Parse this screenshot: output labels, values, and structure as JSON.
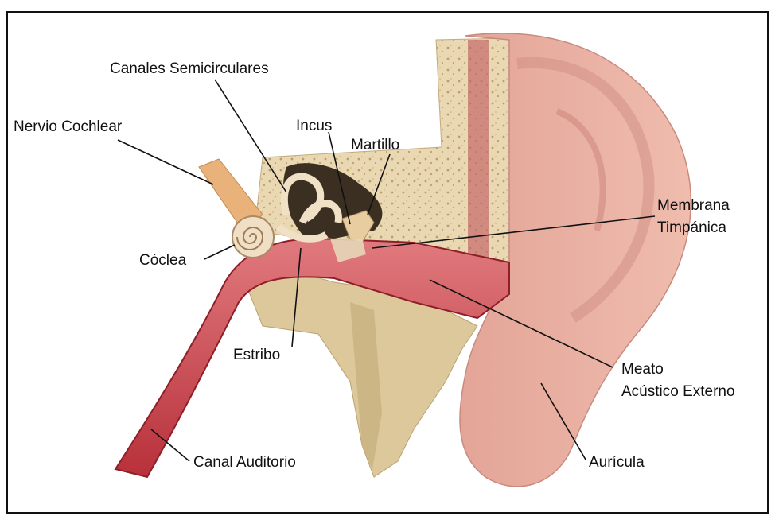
{
  "labels": {
    "canales": "Canales Semicirculares",
    "nervio": "Nervio Cochlear",
    "incus": "Incus",
    "martillo": "Martillo",
    "membrana_1": "Membrana",
    "membrana_2": "Timpánica",
    "coclea": "Cóclea",
    "estribo": "Estribo",
    "meato_1": "Meato",
    "meato_2": "Acústico Externo",
    "canal": "Canal Auditorio",
    "auricula": "Aurícula"
  },
  "colors": {
    "bone": "#e8d7b0",
    "bone_dark": "#cbb58a",
    "skin": "#e8a99a",
    "skin_dark": "#c9837a",
    "canal_red": "#c0343c",
    "canal_dark": "#8e1f28",
    "cavity": "#3b2f22"
  }
}
